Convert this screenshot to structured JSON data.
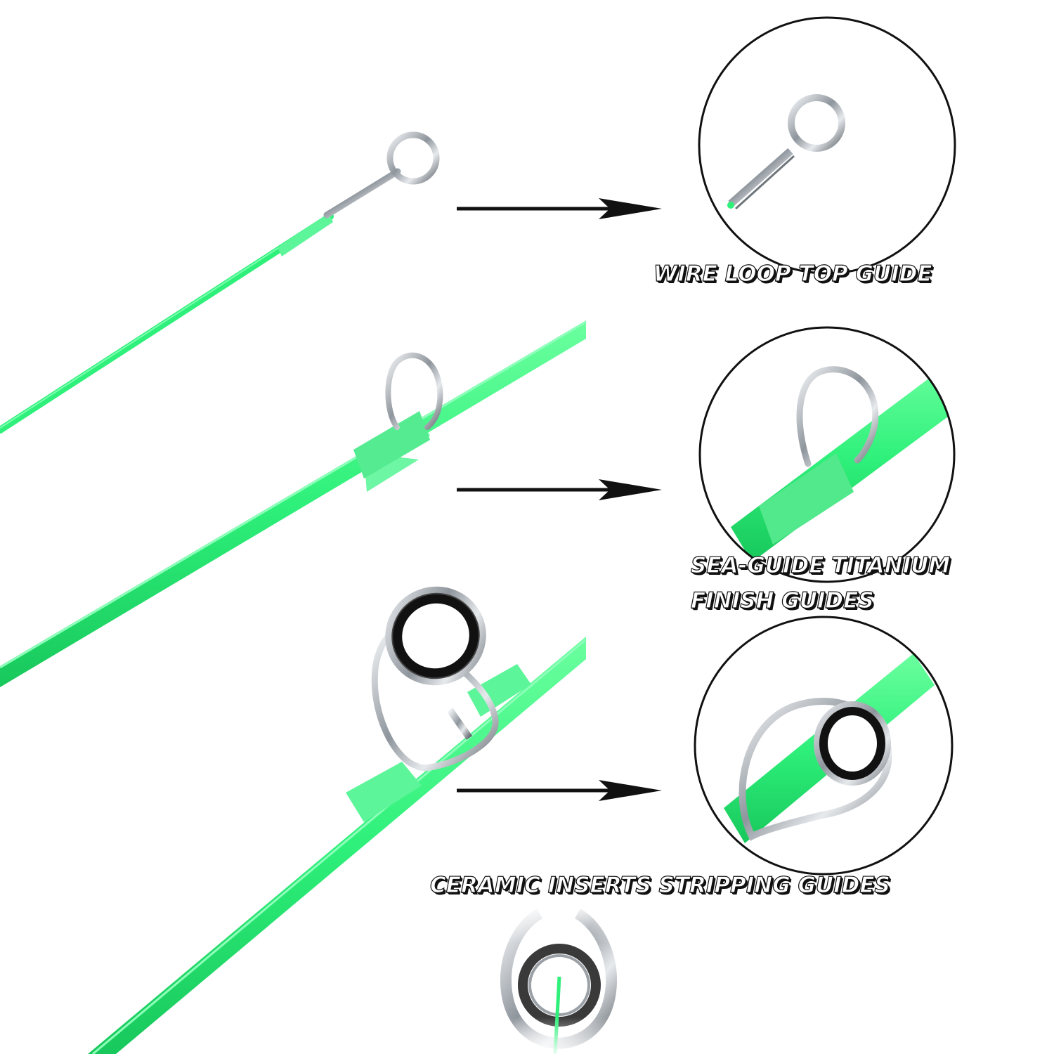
{
  "colors": {
    "rod_green": "#2ef07a",
    "rod_green_dark": "#16c95a",
    "thread_green": "#5df59a",
    "chrome": "#b9bec4",
    "arrow": "#111111",
    "circle_stroke": "#111111"
  },
  "features": [
    {
      "icon": "wire-loop-guide-icon",
      "label_lines": [
        "WIRE LOOP TOP GUIDE"
      ]
    },
    {
      "icon": "sea-guide-icon",
      "label_lines": [
        "SEA-GUIDE TITANIUM",
        "FINISH GUIDES"
      ]
    },
    {
      "icon": "ceramic-stripping-guide-icon",
      "label_lines": [
        "CERAMIC INSERTS STRIPPING GUIDES"
      ]
    }
  ]
}
